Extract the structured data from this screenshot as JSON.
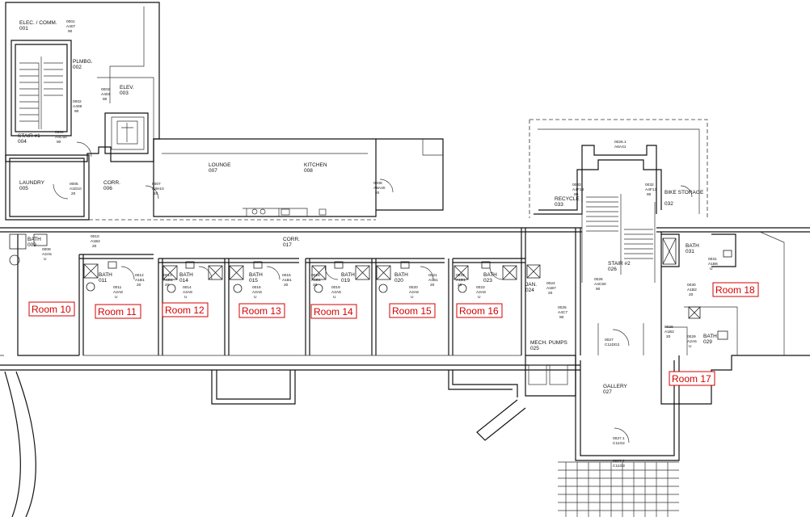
{
  "rooms": [
    {
      "id": "elec",
      "name": "ELEC. / COMM.",
      "number": "001"
    },
    {
      "id": "plmbg",
      "name": "PLMBG.",
      "number": "002"
    },
    {
      "id": "elev",
      "name": "ELEV.",
      "number": "003"
    },
    {
      "id": "stair1",
      "name": "STAIR #1",
      "number": "004"
    },
    {
      "id": "laundry",
      "name": "LAUNDRY",
      "number": "005"
    },
    {
      "id": "corr006",
      "name": "CORR.",
      "number": "006"
    },
    {
      "id": "lounge",
      "name": "LOUNGE",
      "number": "007"
    },
    {
      "id": "kitchen",
      "name": "KITCHEN",
      "number": "008"
    },
    {
      "id": "bath009",
      "name": "BATH",
      "number": "009"
    },
    {
      "id": "bath011",
      "name": "BATH",
      "number": "011"
    },
    {
      "id": "bath014",
      "name": "BATH",
      "number": "014"
    },
    {
      "id": "bath015",
      "name": "BATH",
      "number": "015"
    },
    {
      "id": "corr017",
      "name": "CORR.",
      "number": "017"
    },
    {
      "id": "bath019",
      "name": "BATH",
      "number": "019"
    },
    {
      "id": "bath020",
      "name": "BATH",
      "number": "020"
    },
    {
      "id": "bath023",
      "name": "BATH",
      "number": "023"
    },
    {
      "id": "jan",
      "name": "JAN.",
      "number": "024"
    },
    {
      "id": "mech",
      "name": "MECH. PUMPS",
      "number": "025"
    },
    {
      "id": "stair2",
      "name": "STAIR #2",
      "number": "026"
    },
    {
      "id": "gallery",
      "name": "GALLERY",
      "number": "027"
    },
    {
      "id": "bath029",
      "name": "BATH",
      "number": "029"
    },
    {
      "id": "bath031",
      "name": "BATH",
      "number": "031"
    },
    {
      "id": "bike",
      "name": "BIKE STORAGE",
      "number": "032"
    },
    {
      "id": "recycle",
      "name": "RECYCLE",
      "number": "033"
    }
  ],
  "room_labels": [
    "Room 10",
    "Room 11",
    "Room 12",
    "Room 13",
    "Room 14",
    "Room 15",
    "Room 16",
    "Room 17",
    "Room 18"
  ],
  "doors": [
    {
      "tag": "0001",
      "type": "A407",
      "width": "90"
    },
    {
      "tag": "0002",
      "type": "A408",
      "width": "90"
    },
    {
      "tag": "0003",
      "type": "A403",
      "width": "90"
    },
    {
      "tag": "0004",
      "type": "A4C50",
      "width": "90"
    },
    {
      "tag": "0005",
      "type": "A1D10",
      "width": "20"
    },
    {
      "tag": "0007",
      "type": "A8H10",
      "width": "20"
    },
    {
      "tag": "0008",
      "type": "A8A40",
      "width": "20"
    },
    {
      "tag": "0009",
      "type": "A2A5",
      "width": "U"
    },
    {
      "tag": "0010",
      "type": "A1B2",
      "width": "20"
    },
    {
      "tag": "0011",
      "type": "A2A8",
      "width": "U"
    },
    {
      "tag": "0012",
      "type": "A1B1",
      "width": "20"
    },
    {
      "tag": "0013",
      "type": "A1B1",
      "width": "20"
    },
    {
      "tag": "0014",
      "type": "A2A8",
      "width": "U"
    },
    {
      "tag": "0015",
      "type": "A1B1",
      "width": "20"
    },
    {
      "tag": "0016",
      "type": "A2A8",
      "width": "U"
    },
    {
      "tag": "0018",
      "type": "A1B1",
      "width": "20"
    },
    {
      "tag": "0019",
      "type": "A2A8",
      "width": "U"
    },
    {
      "tag": "0020",
      "type": "A2A8",
      "width": "U"
    },
    {
      "tag": "0021",
      "type": "A1B1",
      "width": "20"
    },
    {
      "tag": "0022",
      "type": "A1B1",
      "width": "20"
    },
    {
      "tag": "0023",
      "type": "A2A8",
      "width": "U"
    },
    {
      "tag": "0024",
      "type": "A1B7",
      "width": "20"
    },
    {
      "tag": "0025",
      "type": "A4C7",
      "width": "90"
    },
    {
      "tag": "0026",
      "type": "A4C50",
      "width": "90"
    },
    {
      "tag": "0026.1",
      "type": "A6A41",
      "width": ""
    },
    {
      "tag": "0027",
      "type": "C11DG2",
      "width": ""
    },
    {
      "tag": "0027.1",
      "type": "C11G2",
      "width": ""
    },
    {
      "tag": "0027.2",
      "type": "C11G3",
      "width": ""
    },
    {
      "tag": "0028",
      "type": "A1B2",
      "width": "20"
    },
    {
      "tag": "0029",
      "type": "A2A5",
      "width": "U"
    },
    {
      "tag": "0030",
      "type": "A1B2",
      "width": "20"
    },
    {
      "tag": "0031",
      "type": "A1B6",
      "width": "U"
    },
    {
      "tag": "0032",
      "type": "A4F13",
      "width": "90"
    },
    {
      "tag": "0033",
      "type": "A4F13",
      "width": "90"
    }
  ]
}
